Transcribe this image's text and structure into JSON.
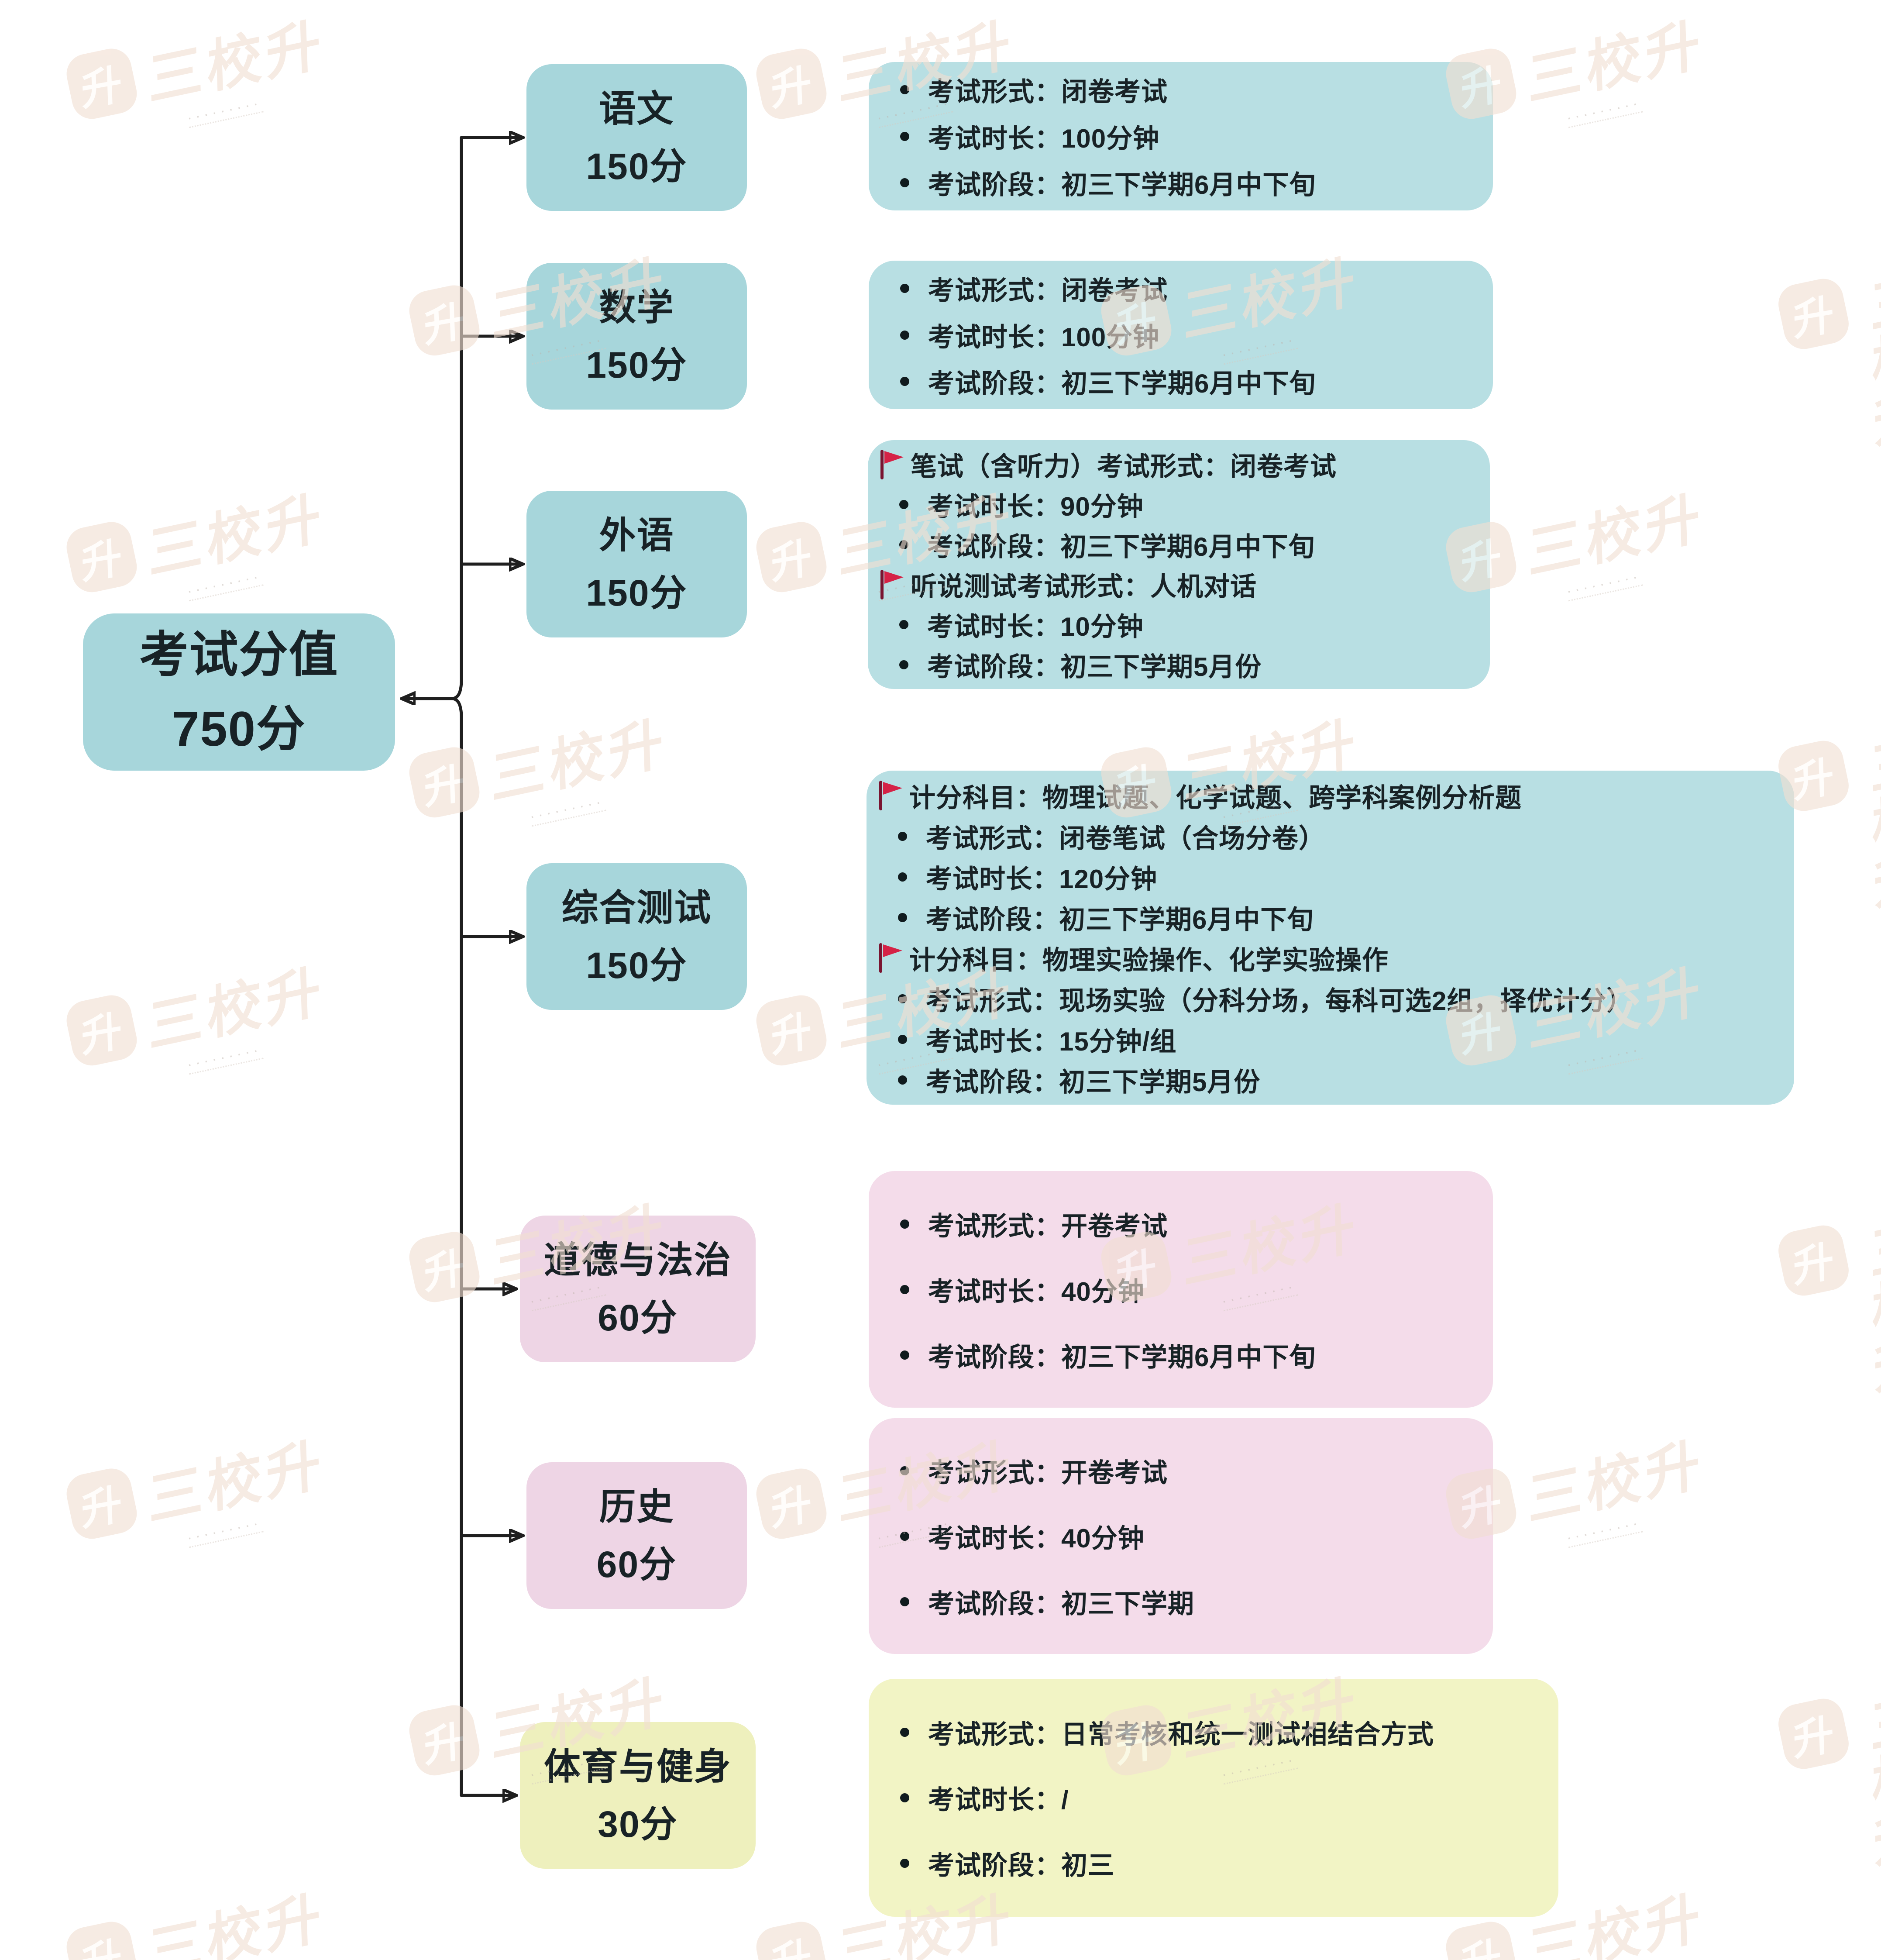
{
  "root": {
    "name": "考试分值",
    "score": "750分"
  },
  "branches": [
    {
      "id": "yuwen",
      "name": "语文",
      "score": "150分",
      "theme": "teal",
      "items": [
        {
          "type": "bullet",
          "text": "考试形式：闭卷考试"
        },
        {
          "type": "bullet",
          "text": "考试时长：100分钟"
        },
        {
          "type": "bullet",
          "text": "考试阶段：初三下学期6月中下旬"
        }
      ]
    },
    {
      "id": "shuxue",
      "name": "数学",
      "score": "150分",
      "theme": "teal",
      "items": [
        {
          "type": "bullet",
          "text": "考试形式：闭卷考试"
        },
        {
          "type": "bullet",
          "text": "考试时长：100分钟"
        },
        {
          "type": "bullet",
          "text": "考试阶段：初三下学期6月中下旬"
        }
      ]
    },
    {
      "id": "waiyu",
      "name": "外语",
      "score": "150分",
      "theme": "teal",
      "items": [
        {
          "type": "flag",
          "text": "笔试（含听力）考试形式：闭卷考试"
        },
        {
          "type": "bullet",
          "text": "考试时长：90分钟"
        },
        {
          "type": "bullet",
          "text": "考试阶段：初三下学期6月中下旬"
        },
        {
          "type": "flag",
          "text": "听说测试考试形式：人机对话"
        },
        {
          "type": "bullet",
          "text": "考试时长：10分钟"
        },
        {
          "type": "bullet",
          "text": "考试阶段：初三下学期5月份"
        }
      ]
    },
    {
      "id": "zonghe-ceshi",
      "name": "综合测试",
      "score": "150分",
      "theme": "teal",
      "items": [
        {
          "type": "flag",
          "text": "计分科目：物理试题、化学试题、跨学科案例分析题"
        },
        {
          "type": "bullet",
          "text": "考试形式：闭卷笔试（合场分卷）"
        },
        {
          "type": "bullet",
          "text": "考试时长：120分钟"
        },
        {
          "type": "bullet",
          "text": "考试阶段：初三下学期6月中下旬"
        },
        {
          "type": "flag",
          "text": "计分科目：物理实验操作、化学实验操作"
        },
        {
          "type": "bullet",
          "text": "考试形式：现场实验（分科分场，每科可选2组，择优计分）"
        },
        {
          "type": "bullet",
          "text": "考试时长：15分钟/组"
        },
        {
          "type": "bullet",
          "text": "考试阶段：初三下学期5月份"
        }
      ]
    },
    {
      "id": "daode-fazhi",
      "name": "道德与法治",
      "score": "60分",
      "theme": "pink",
      "items": [
        {
          "type": "bullet",
          "text": "考试形式：开卷考试"
        },
        {
          "type": "bullet",
          "text": "考试时长：40分钟"
        },
        {
          "type": "bullet",
          "text": "考试阶段：初三下学期6月中下旬"
        }
      ]
    },
    {
      "id": "lishi",
      "name": "历史",
      "score": "60分",
      "theme": "pink",
      "items": [
        {
          "type": "bullet",
          "text": "考试形式：开卷考试"
        },
        {
          "type": "bullet",
          "text": "考试时长：40分钟"
        },
        {
          "type": "bullet",
          "text": "考试阶段：初三下学期"
        }
      ]
    },
    {
      "id": "tiyu-jianshen",
      "name": "体育与健身",
      "score": "30分",
      "theme": "yellow",
      "items": [
        {
          "type": "bullet",
          "text": "考试形式：日常考核和统一测试相结合方式"
        },
        {
          "type": "bullet",
          "text": "考试时长：/"
        },
        {
          "type": "bullet",
          "text": "考试阶段：初三"
        }
      ]
    }
  ],
  "watermark": {
    "badge_glyph": "升",
    "brand_text": "三校升",
    "sub_text": "·········"
  },
  "colors": {
    "teal_node": "#a7d6db",
    "teal_box": "#b8dfe3",
    "pink_node": "#eed5e5",
    "pink_box": "#f4dcea",
    "yellow_node": "#eef0bd",
    "yellow_box": "#f2f4c5",
    "flag_red": "#d52246",
    "flag_pole": "#7a1430",
    "connector": "#1f1f1f",
    "text_dark": "#182226",
    "watermark_tan": "#f2dfd2"
  }
}
